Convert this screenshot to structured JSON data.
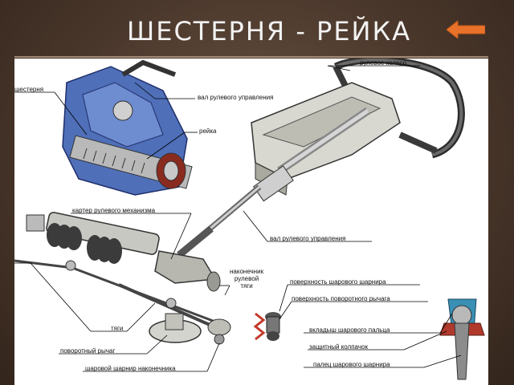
{
  "slide": {
    "title": "ШЕСТЕРНЯ - РЕЙКА"
  },
  "colors": {
    "background": "#4a372b",
    "title": "#f2f2f2",
    "arrow": "#e8722a",
    "panel": "#ffffff",
    "housing": "#4f6fb8",
    "steel": "#b9b9b9",
    "boot_red": "#b0392b"
  },
  "icons": {
    "back": "left-arrow-icon"
  },
  "labels": {
    "pinion": "шестерня",
    "steering_shaft_top": "вал рулевого управления",
    "rack": "рейка",
    "steering_wheel": "рулевое колесо",
    "gear_housing": "картер рулевого механизма",
    "steering_shaft_mid": "вал рулевого управления",
    "tie_rod_end": "наконечник\nрулевой\nтяги",
    "ball_joint_surface": "поверхность шарового шарнира",
    "knuckle_arm_surface": "поверхность поворотного рычага",
    "tie_rods": "тяги",
    "ball_pin_insert": "вкладыш шарового пальца",
    "knuckle_arm": "поворотный рычаг",
    "protective_cap": "защитный колпачок",
    "tip_ball_joint": "шаровой шарнир наконечника",
    "ball_joint_pin": "палец шарового шарнира"
  }
}
